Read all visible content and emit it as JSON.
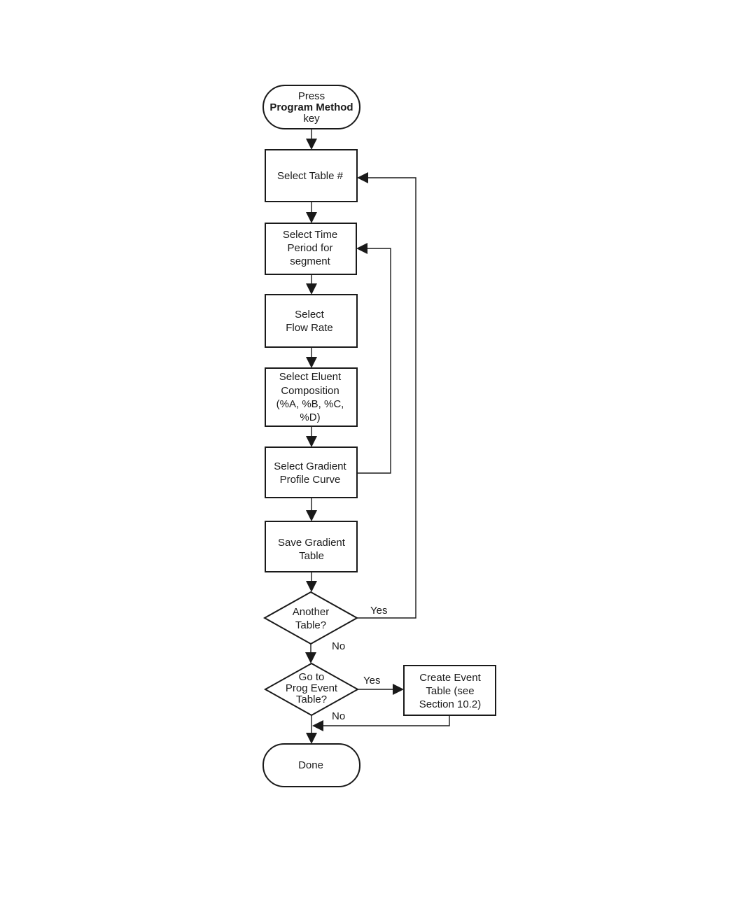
{
  "nodes": {
    "start": {
      "lines": [
        "Press",
        "Program Method",
        "key"
      ],
      "bold_line": "Program Method"
    },
    "select_table": {
      "lines": [
        "Select Table #"
      ]
    },
    "select_time": {
      "lines": [
        "Select Time",
        "Period for",
        "segment"
      ]
    },
    "select_flow": {
      "lines": [
        "Select",
        "Flow Rate"
      ]
    },
    "select_eluent": {
      "lines": [
        "Select Eluent",
        "Composition",
        "(%A, %B, %C,",
        "%D)"
      ]
    },
    "select_gradient": {
      "lines": [
        "Select Gradient",
        "Profile Curve"
      ]
    },
    "save_table": {
      "lines": [
        "Save Gradient",
        "Table"
      ]
    },
    "another_table": {
      "lines": [
        "Another",
        "Table?"
      ]
    },
    "go_prog_event": {
      "lines": [
        "Go to",
        "Prog Event",
        "Table?"
      ]
    },
    "create_event": {
      "lines": [
        "Create Event",
        "Table (see",
        "Section 10.2)"
      ]
    },
    "done": {
      "lines": [
        "Done"
      ]
    }
  },
  "edge_labels": {
    "another_yes": "Yes",
    "another_no": "No",
    "prog_yes": "Yes",
    "prog_no": "No"
  },
  "colors": {
    "stroke": "#1a1a1a",
    "background": "#ffffff"
  }
}
